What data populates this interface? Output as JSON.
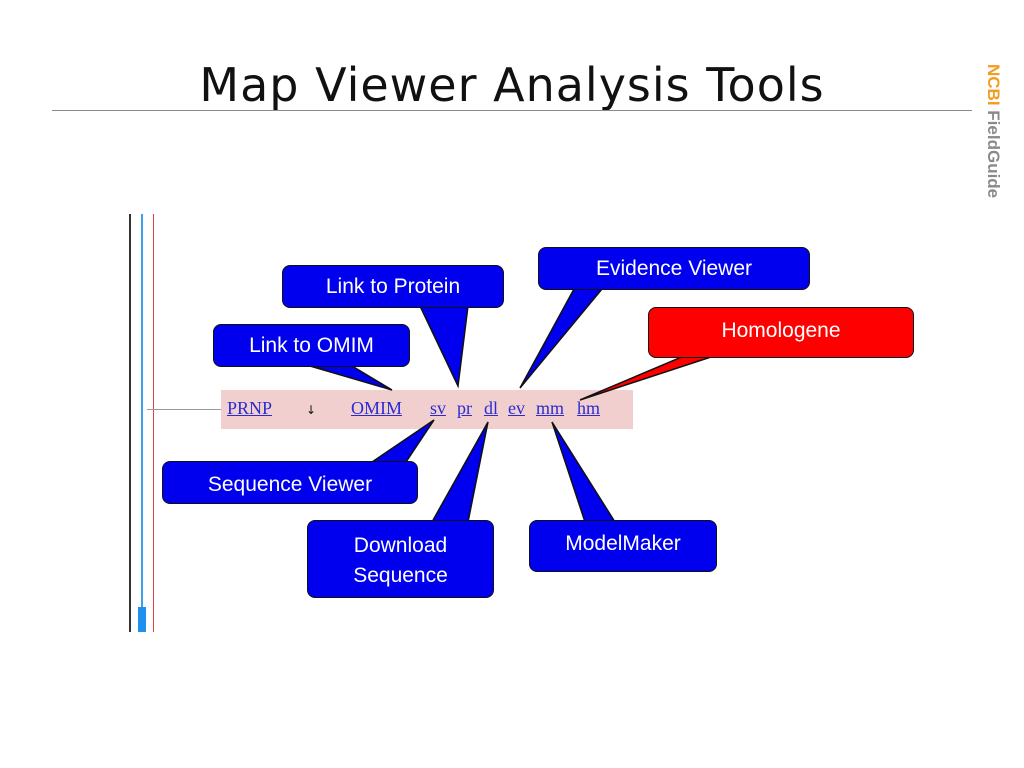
{
  "slide": {
    "title": "Map Viewer Analysis Tools",
    "brand_ncbi": "NCBI",
    "brand_fieldguide": "FieldGuide"
  },
  "gene_row": {
    "gene": "PRNP",
    "arrow": "↓",
    "links": [
      "OMIM",
      "sv",
      "pr",
      "dl",
      "ev",
      "mm",
      "hm"
    ]
  },
  "callouts": {
    "link_to_protein": "Link to Protein",
    "evidence_viewer": "Evidence Viewer",
    "homologene": "Homologene",
    "link_to_omim": "Link to OMIM",
    "sequence_viewer": "Sequence Viewer",
    "download_sequence_line1": "Download",
    "download_sequence_line2": "Sequence",
    "modelmaker": "ModelMaker"
  },
  "colors": {
    "callout_blue": "#0000ee",
    "callout_red": "#ff0000",
    "gene_row_bg": "#f1cfcf",
    "link_color": "#2b2bd0",
    "brand_orange": "#f39c1f"
  }
}
